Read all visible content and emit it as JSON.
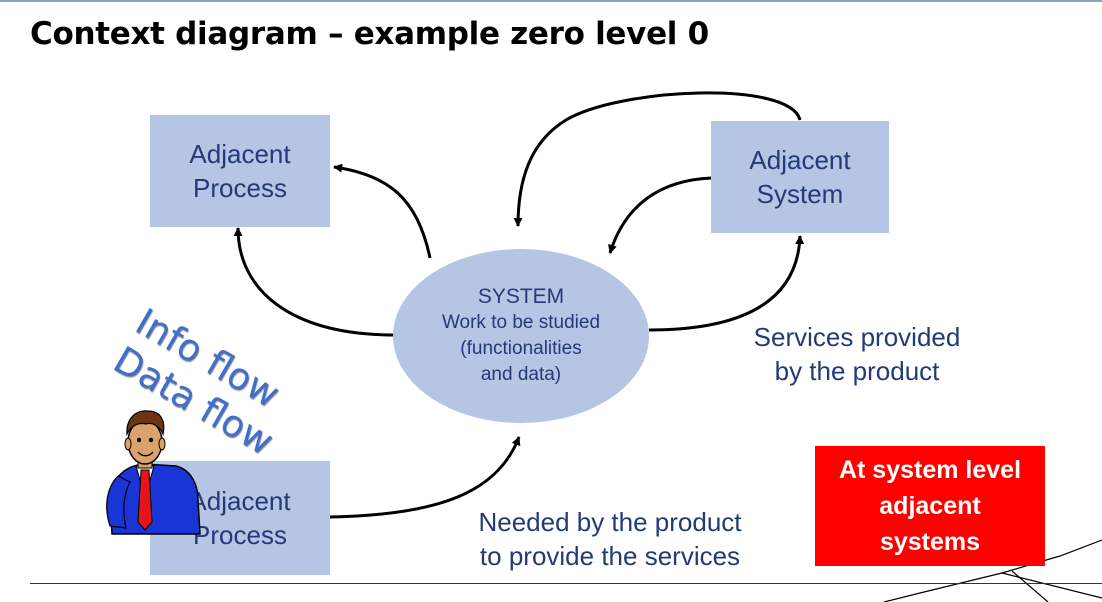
{
  "title": "Context diagram – example zero level 0",
  "adjacent_process_top": [
    "Adjacent",
    "Process"
  ],
  "adjacent_system": [
    "Adjacent",
    "System"
  ],
  "adjacent_process_bottom": [
    "Adjacent",
    "Process"
  ],
  "system": {
    "title": "SYSTEM",
    "lines": [
      "Work to be studied",
      "(functionalities",
      "and data)"
    ]
  },
  "flow_label": [
    "Info flow",
    "Data flow"
  ],
  "services_caption": [
    "Services provided",
    "by the product"
  ],
  "needed_caption": [
    "Needed by the product",
    "to provide the services"
  ],
  "callout": [
    "At system level",
    "adjacent",
    "systems"
  ],
  "colors": {
    "box_fill": "#b4c6e3",
    "box_text": "#243a78",
    "flow_text": "#3f6fc9",
    "callout_fill": "#ff0000"
  },
  "icons": [
    "person-clipart-icon"
  ]
}
